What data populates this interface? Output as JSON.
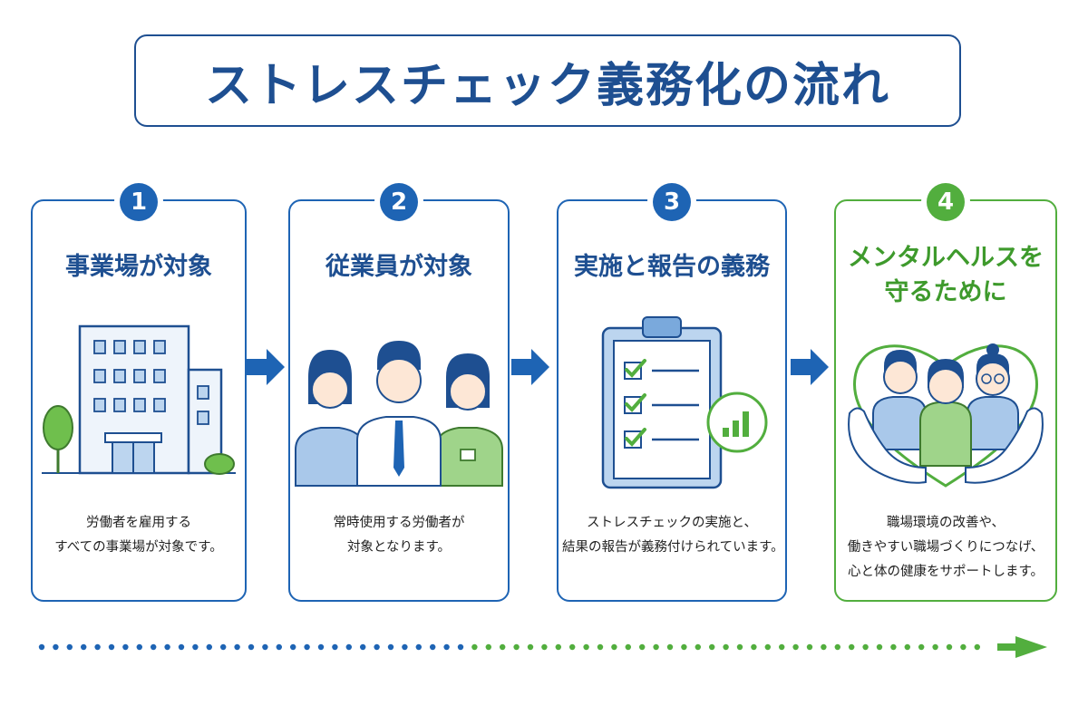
{
  "title": "ストレスチェック義務化の流れ",
  "colors": {
    "blue": "#1e64b4",
    "dark_blue": "#1e4f91",
    "green": "#52ae3e"
  },
  "steps": [
    {
      "number": "1",
      "title_lines": [
        "事業場が対象"
      ],
      "illustration": "office-building-icon",
      "desc_lines": [
        "労働者を雇用する",
        "すべての事業場が対象です。"
      ]
    },
    {
      "number": "2",
      "title_lines": [
        "従業員が対象"
      ],
      "illustration": "employees-group-icon",
      "desc_lines": [
        "常時使用する労働者が",
        "対象となります。"
      ]
    },
    {
      "number": "3",
      "title_lines": [
        "実施と報告の義務"
      ],
      "illustration": "checklist-clipboard-icon",
      "desc_lines": [
        "ストレスチェックの実施と、",
        "結果の報告が義務付けられています。"
      ]
    },
    {
      "number": "4",
      "title_lines": [
        "メンタルヘルスを",
        "守るために"
      ],
      "illustration": "heart-hands-people-icon",
      "desc_lines": [
        "職場環境の改善や、",
        "働きやすい職場づくりにつなげ、",
        "心と体の健康をサポートします。"
      ]
    }
  ]
}
